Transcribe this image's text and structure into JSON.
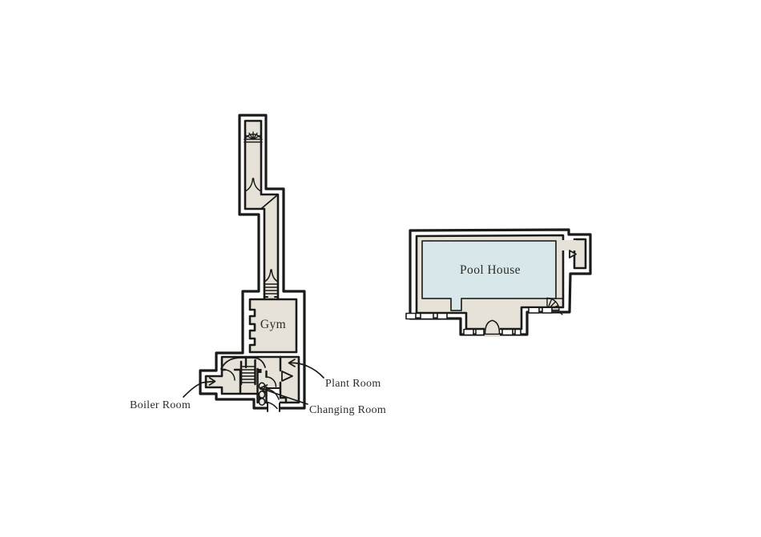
{
  "floorplan": {
    "labels": {
      "gym": "Gym",
      "pool_house": "Pool House",
      "boiler_room": "Boiler Room",
      "plant_room": "Plant Room",
      "changing_room": "Changing Room"
    },
    "colors": {
      "background": "#ffffff",
      "wall": "#1a1a18",
      "floor": "#e6e2d8",
      "pool": "#d8e7e9",
      "text": "#2e2c26"
    },
    "buildings": [
      {
        "name": "gym building",
        "rooms": [
          "Gym",
          "Boiler Room",
          "Plant Room",
          "Changing Room"
        ],
        "features": [
          "winder stairs",
          "corridor arches",
          "steps",
          "staircase",
          "toilet fixtures",
          "door swings"
        ]
      },
      {
        "name": "pool house",
        "rooms": [
          "Pool House"
        ],
        "features": [
          "swimming pool",
          "corner stairs fan",
          "double entrance door",
          "windows"
        ]
      }
    ]
  }
}
